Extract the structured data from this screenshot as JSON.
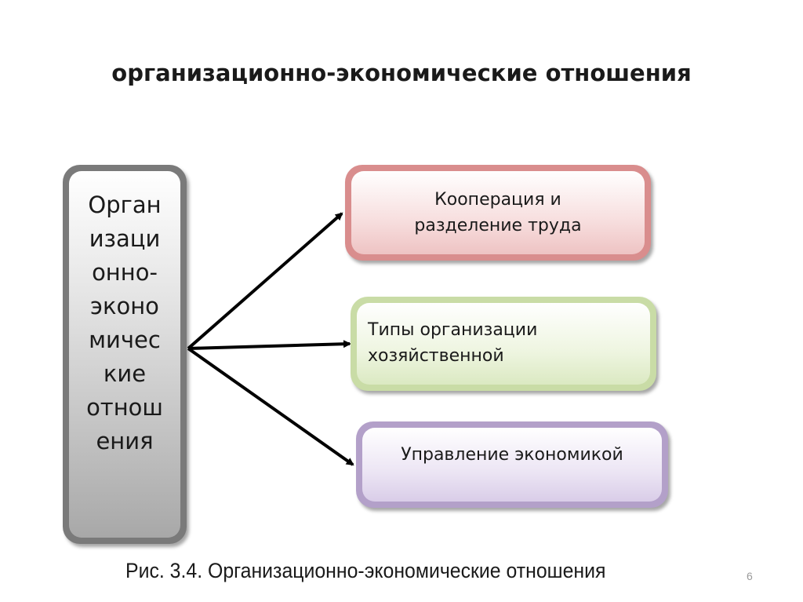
{
  "slide": {
    "title": "организационно-экономические отношения",
    "caption": "Рис. 3.4.  Организационно-экономические отношения",
    "slide_number": "6"
  },
  "diagram": {
    "main_node": {
      "label": "Орган\nизаци\nонно-\nэконо\nмичес\nкие\nотнош\nения",
      "fill": "#a8a8a8",
      "border": "#7a7a7a"
    },
    "nodes": [
      {
        "id": "cooperation",
        "label": "Кооперация и\nразделение труда",
        "fill": "#eec3c3",
        "border": "#d98d8d"
      },
      {
        "id": "types",
        "label": "Типы организации\nхозяйственной",
        "fill": "#dbe9c2",
        "border": "#c9dca6"
      },
      {
        "id": "management",
        "label": "Управление экономикой",
        "fill": "#d9cde8",
        "border": "#b3a0c9"
      }
    ],
    "edges": [
      {
        "from": "main_node",
        "to": "cooperation"
      },
      {
        "from": "main_node",
        "to": "types"
      },
      {
        "from": "main_node",
        "to": "management"
      }
    ],
    "arrow_color": "#000000"
  }
}
